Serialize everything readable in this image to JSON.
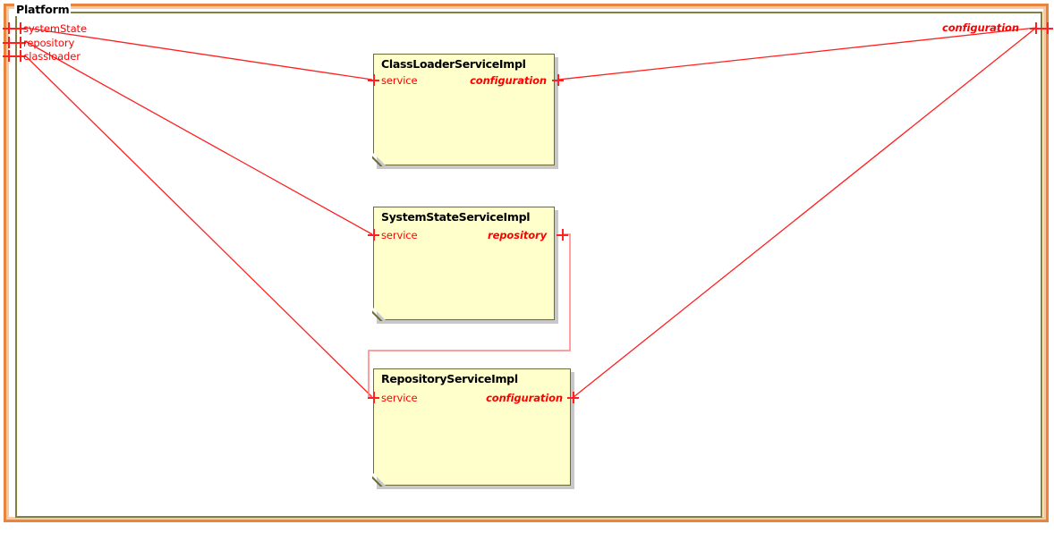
{
  "frame": {
    "title": "Platform",
    "border_outer_color": "#e8843c",
    "border_mid_color": "#f7c9a4",
    "border_inner_color": "#80803f",
    "background": "#ffffff"
  },
  "colors": {
    "port_red": "#ff2020",
    "label_red": "#ff0000",
    "component_fill": "#ffffcc",
    "component_border": "#6b6b33",
    "component_shadow": "#9a9a9a",
    "connector_red": "#ff2020",
    "title_black": "#000000"
  },
  "frame_ports": {
    "left": [
      {
        "name": "systemState",
        "italic": false
      },
      {
        "name": "repository",
        "italic": false
      },
      {
        "name": "classloader",
        "italic": false
      }
    ],
    "right": [
      {
        "name": "configuration",
        "italic": true
      }
    ]
  },
  "components": [
    {
      "id": "classloader-service-impl",
      "name": "ClassLoaderServiceImpl",
      "left_port": {
        "name": "service",
        "italic": false
      },
      "right_port": {
        "name": "configuration",
        "italic": true
      }
    },
    {
      "id": "systemstate-service-impl",
      "name": "SystemStateServiceImpl",
      "left_port": {
        "name": "service",
        "italic": false
      },
      "right_port": {
        "name": "repository",
        "italic": true
      }
    },
    {
      "id": "repository-service-impl",
      "name": "RepositoryServiceImpl",
      "left_port": {
        "name": "service",
        "italic": false
      },
      "right_port": {
        "name": "configuration",
        "italic": true
      }
    }
  ],
  "connectors": [
    {
      "id": "conn-systemstate-to-classloader-service",
      "from": "frame-port-systemState",
      "to": "classloader-service-impl.service"
    },
    {
      "id": "conn-repository-to-systemstate-service",
      "from": "frame-port-repository",
      "to": "systemstate-service-impl.service"
    },
    {
      "id": "conn-classloader-to-repository-service",
      "from": "frame-port-classloader",
      "to": "repository-service-impl.service"
    },
    {
      "id": "conn-classloader-config-to-frame",
      "from": "classloader-service-impl.configuration",
      "to": "frame-port-configuration"
    },
    {
      "id": "conn-repository-config-to-frame",
      "from": "repository-service-impl.configuration",
      "to": "frame-port-configuration"
    },
    {
      "id": "conn-systemstate-repository-to-repository-service",
      "from": "systemstate-service-impl.repository",
      "to": "repository-service-impl.service"
    }
  ]
}
